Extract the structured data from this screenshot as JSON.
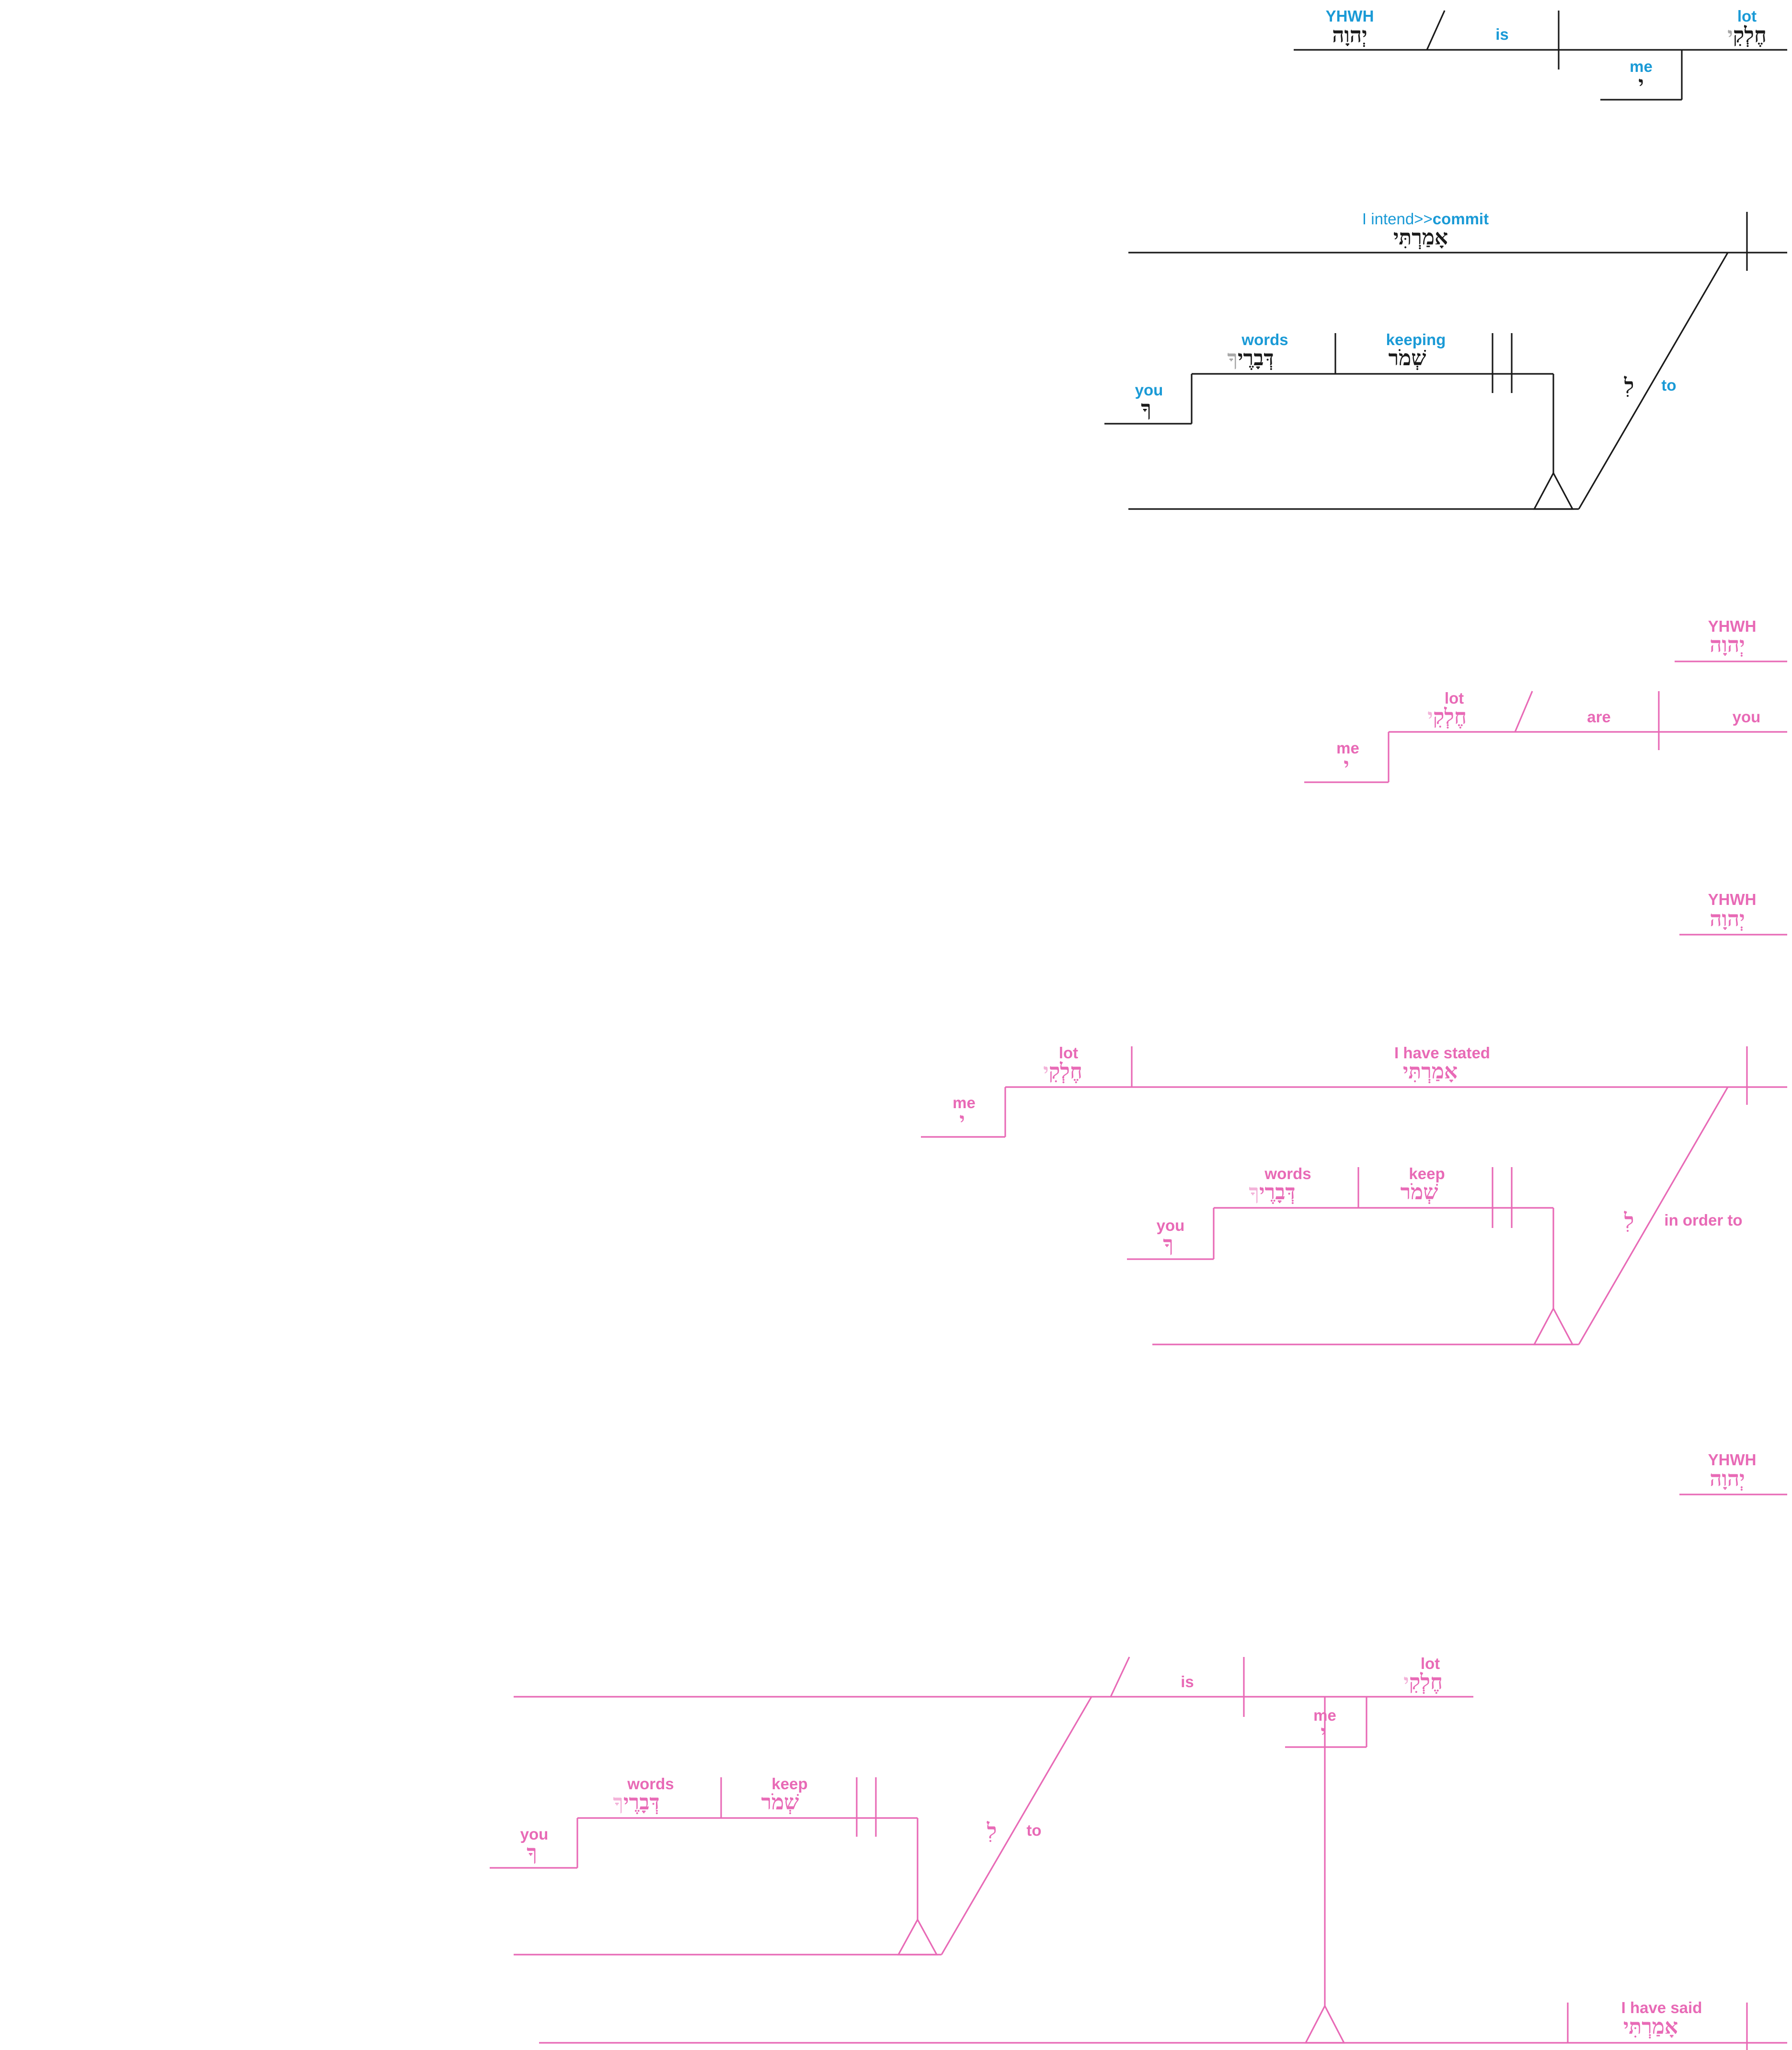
{
  "colors": {
    "blue_gloss": "#1a9ad6",
    "black": "#1a1a1a",
    "gray_letter": "#a8a8a8",
    "pink": "#e86ab6",
    "pink_light": "#f3b3d9"
  },
  "diagrams": [
    {
      "id": "d1",
      "color": "blue",
      "words": [
        {
          "gloss": "YHWH",
          "hebrew": "יְהוָה"
        },
        {
          "gloss": "is"
        },
        {
          "gloss": "lot",
          "hebrew": "חֶלְקִ",
          "suffix": "י"
        },
        {
          "gloss": "me",
          "hebrew": "י"
        }
      ]
    },
    {
      "id": "d2",
      "color": "blue",
      "words": [
        {
          "gloss_pre": "I intend>>",
          "gloss": "commit",
          "hebrew": "אָמַרְתִּי"
        },
        {
          "gloss": "words",
          "hebrew": "דְּבָרֶי",
          "suffix": "ךָ"
        },
        {
          "gloss": "keeping",
          "hebrew": "שְׁמֹר"
        },
        {
          "gloss": "you",
          "hebrew": "ךָ"
        },
        {
          "gloss": "to",
          "hebrew": "לִ"
        }
      ]
    },
    {
      "id": "d3",
      "color": "pink",
      "words": [
        {
          "gloss": "YHWH",
          "hebrew": "יְהוָה"
        },
        {
          "gloss": "lot",
          "hebrew": "חֶלְקִ",
          "suffix": "י"
        },
        {
          "gloss": "are"
        },
        {
          "gloss": "you"
        },
        {
          "gloss": "me",
          "hebrew": "י"
        }
      ]
    },
    {
      "id": "d4",
      "color": "pink",
      "words": [
        {
          "gloss": "YHWH",
          "hebrew": "יְהוָה"
        },
        {
          "gloss": "lot",
          "hebrew": "חֶלְקִ",
          "suffix": "י"
        },
        {
          "gloss": "I have stated",
          "hebrew": "אָמַרְתִּי"
        },
        {
          "gloss": "me",
          "hebrew": "י"
        },
        {
          "gloss": "words",
          "hebrew": "דְּבָרֶי",
          "suffix": "ךָ"
        },
        {
          "gloss": "keep",
          "hebrew": "שְׁמֹר"
        },
        {
          "gloss": "you",
          "hebrew": "ךָ"
        },
        {
          "gloss": "in order to",
          "hebrew": "לִ"
        }
      ]
    },
    {
      "id": "d5",
      "color": "pink",
      "words": [
        {
          "gloss": "YHWH",
          "hebrew": "יְהוָה"
        },
        {
          "gloss": "is"
        },
        {
          "gloss": "lot",
          "hebrew": "חֶלְקִ",
          "suffix": "י"
        },
        {
          "gloss": "me",
          "hebrew": "י"
        },
        {
          "gloss": "words",
          "hebrew": "דְּבָרֶי",
          "suffix": "ךָ"
        },
        {
          "gloss": "keep",
          "hebrew": "שְׁמֹר"
        },
        {
          "gloss": "you",
          "hebrew": "ךָ"
        },
        {
          "gloss": "to",
          "hebrew": "לִ"
        },
        {
          "gloss": "I have said",
          "hebrew": "אָמַרְתִּי"
        }
      ]
    }
  ]
}
